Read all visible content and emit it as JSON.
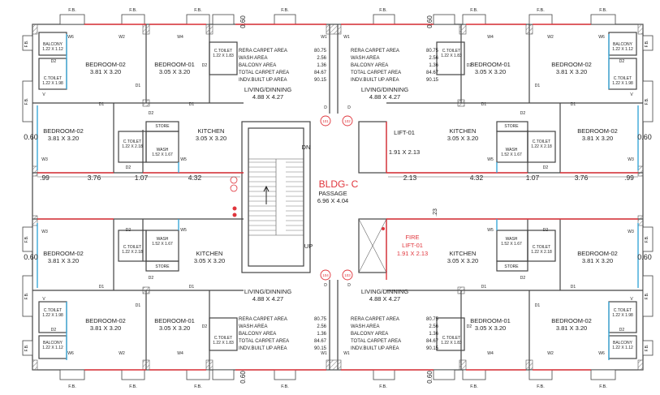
{
  "title": "BLDG- C",
  "passage": {
    "label": "PASSAGE",
    "dim": "6.96 X 4.04"
  },
  "lift": {
    "label": "LIFT-01",
    "dim": "1.91 X 2.13"
  },
  "fire_lift": {
    "label1": "FIRE",
    "label2": "LIFT-01",
    "dim": "1.91 X 2.13"
  },
  "stair": {
    "dn": "DN",
    "up": "UP"
  },
  "flat_numbers": [
    "101",
    "102",
    "104",
    "103"
  ],
  "room_labels": {
    "bedroom01": "BEDROOM-01",
    "bedroom02": "BEDROOM-02",
    "living": "LIVING/DINNING",
    "kitchen": "KITCHEN",
    "store": "STORE",
    "wash": "WASH",
    "ctoilet": "C.TOILET",
    "balcony": "BALCONY",
    "fb": "F.B."
  },
  "room_dims": {
    "bedroom01": "3.05 X 3.20",
    "bedroom02": "3.81 X 3.20",
    "living": "4.88 X 4.27",
    "kitchen": "3.05 X 3.20",
    "wash": "1.52 X 1.67",
    "ctoilet_side": "1.22 X 2.18",
    "ctoilet_top": "1.22 X 1.83",
    "ctoilet_corner": "1.22 X 1.98",
    "balcony": "1.22 X 1.12"
  },
  "area_table": [
    {
      "label": "RERA CARPET AREA",
      "value": "80.75"
    },
    {
      "label": "WASH AREA",
      "value": "2.56"
    },
    {
      "label": "BALCONY AREA",
      "value": "1.36"
    },
    {
      "label": "TOTAL CARPET AREA",
      "value": "84.67"
    },
    {
      "label": "INDV.BUILT UP AREA",
      "value": "90.15"
    }
  ],
  "dimensions_left": [
    ".99",
    "3.76",
    "1.07",
    "4.32"
  ],
  "dimensions_right": [
    "2.13",
    "4.32",
    "1.07",
    "3.76",
    ".99"
  ],
  "dim_small": "0.60",
  "dim_23": ".23",
  "tags": [
    "W1",
    "W2",
    "W3",
    "W4",
    "W5",
    "W6",
    "D1",
    "D2",
    "V",
    "FB"
  ]
}
